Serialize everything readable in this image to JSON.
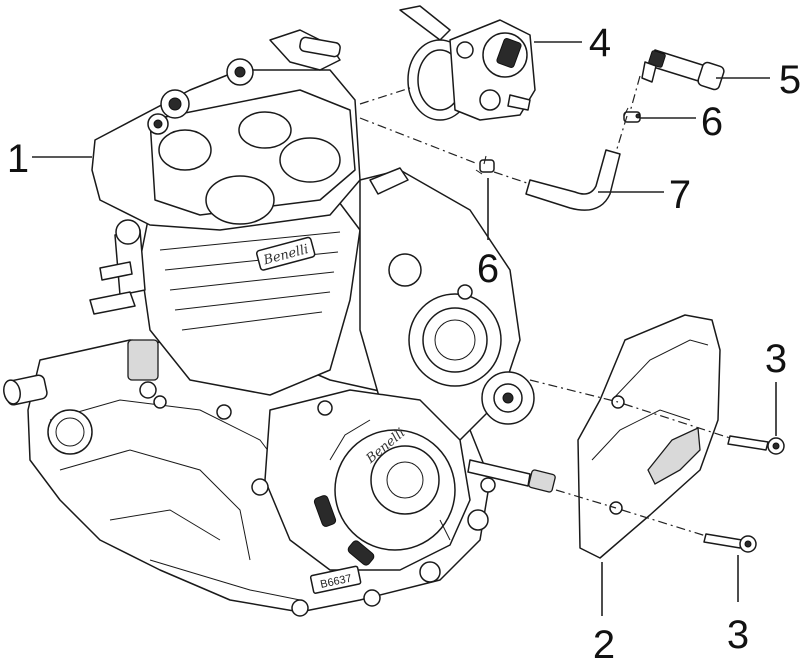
{
  "callouts": [
    {
      "id": "engine",
      "label": "1"
    },
    {
      "id": "sprocket-cover",
      "label": "2"
    },
    {
      "id": "bolt-upper",
      "label": "3"
    },
    {
      "id": "bolt-lower",
      "label": "3"
    },
    {
      "id": "throttle-body",
      "label": "4"
    },
    {
      "id": "sensor",
      "label": "5"
    },
    {
      "id": "clamp-upper",
      "label": "6"
    },
    {
      "id": "clamp-lower",
      "label": "6"
    },
    {
      "id": "hose",
      "label": "7"
    }
  ],
  "engine_brand": "Benelli",
  "cover_brand": "Benelli",
  "serial_stamp": "B6637"
}
